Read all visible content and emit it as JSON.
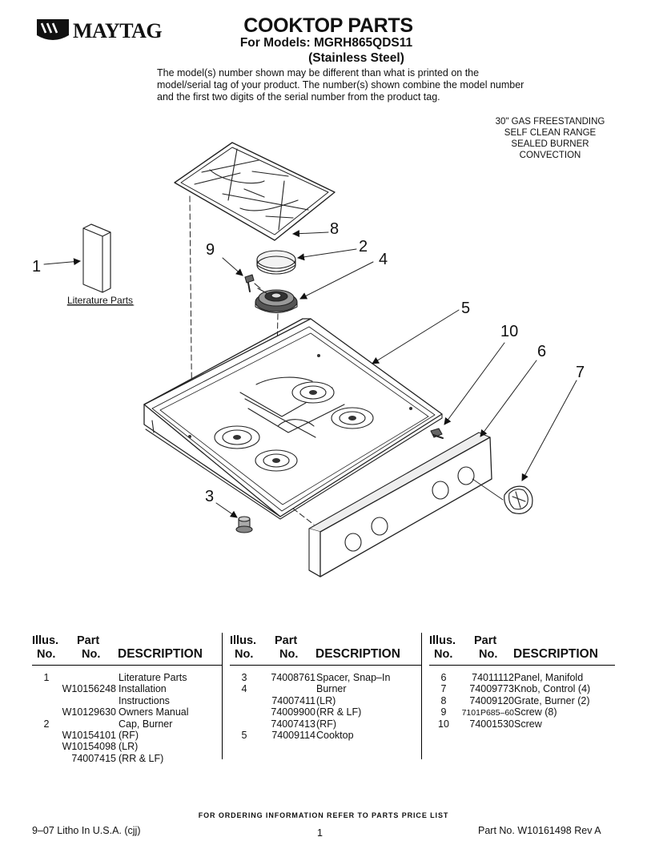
{
  "header": {
    "brand": "MAYTAG",
    "title": "COOKTOP PARTS",
    "models": "For Models: MGRH865QDS11",
    "finish": "(Stainless Steel)",
    "disclaimer": "The model(s) number shown may be different than what is printed on the model/serial tag of your product. The number(s) shown combine the model number and the first two digits of the serial number from the product tag.",
    "range_type": [
      "30\" GAS FREESTANDING",
      "SELF CLEAN RANGE",
      "SEALED BURNER",
      "CONVECTION"
    ]
  },
  "diagram": {
    "callouts": [
      "1",
      "2",
      "3",
      "4",
      "5",
      "6",
      "7",
      "8",
      "9",
      "10"
    ],
    "literature_label": "Literature Parts"
  },
  "table": {
    "headers": {
      "illus_1": "Illus.",
      "illus_2": "No.",
      "part_1": "Part",
      "part_2": "No.",
      "desc": "DESCRIPTION"
    },
    "columns": [
      [
        {
          "illus": "1",
          "part": "",
          "desc": "Literature Parts"
        },
        {
          "illus": "",
          "part": "W10156248",
          "desc": "Installation"
        },
        {
          "illus": "",
          "part": "",
          "desc": "Instructions"
        },
        {
          "illus": "",
          "part": "W10129630",
          "desc": "Owners Manual"
        },
        {
          "illus": "2",
          "part": "",
          "desc": "Cap, Burner"
        },
        {
          "illus": "",
          "part": "W10154101",
          "desc": "(RF)"
        },
        {
          "illus": "",
          "part": "W10154098",
          "desc": "(LR)"
        },
        {
          "illus": "",
          "part": "74007415",
          "desc": "(RR & LF)"
        }
      ],
      [
        {
          "illus": "3",
          "part": "74008761",
          "desc": "Spacer, Snap–In"
        },
        {
          "illus": "4",
          "part": "",
          "desc": "Burner"
        },
        {
          "illus": "",
          "part": "74007411",
          "desc": "(LR)"
        },
        {
          "illus": "",
          "part": "74009900",
          "desc": "(RR & LF)"
        },
        {
          "illus": "",
          "part": "74007413",
          "desc": "(RF)"
        },
        {
          "illus": "5",
          "part": "74009114",
          "desc": "Cooktop"
        }
      ],
      [
        {
          "illus": "6",
          "part": "74011112",
          "desc": "Panel, Manifold"
        },
        {
          "illus": "7",
          "part": "74009773",
          "desc": "Knob, Control (4)"
        },
        {
          "illus": "8",
          "part": "74009120",
          "desc": "Grate, Burner (2)"
        },
        {
          "illus": "9",
          "part": "7101P685–60",
          "desc": "Screw (8)"
        },
        {
          "illus": "10",
          "part": "74001530",
          "desc": "Screw"
        }
      ]
    ]
  },
  "footer": {
    "ordering": "FOR ORDERING INFORMATION REFER TO PARTS PRICE LIST",
    "litho": "9–07 Litho In U.S.A. (cjj)",
    "page": "1",
    "part_no": "Part No. W10161498 Rev A"
  }
}
